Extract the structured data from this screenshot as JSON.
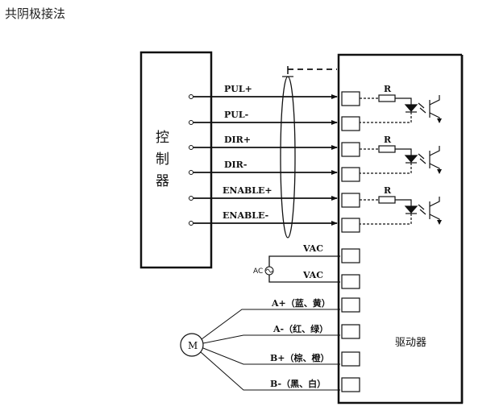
{
  "page_title": "共阴极接法",
  "controller": {
    "label_chars": [
      "控",
      "制",
      "器"
    ]
  },
  "signals": [
    {
      "label": "PUL+"
    },
    {
      "label": "PUL-"
    },
    {
      "label": "DIR+"
    },
    {
      "label": "DIR-"
    },
    {
      "label": "ENABLE+"
    },
    {
      "label": "ENABLE-"
    }
  ],
  "resistor_label": "R",
  "power": {
    "source_label": "AC",
    "lines": [
      "VAC",
      "VAC"
    ]
  },
  "motor": {
    "label": "M",
    "phases": [
      "A+（蓝、黄）",
      "A-（红、绿）",
      "B+（棕、橙）",
      "B-（黑、白）"
    ]
  },
  "driver_label": "驱动器"
}
